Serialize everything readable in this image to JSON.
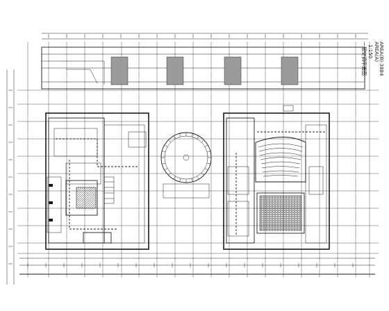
{
  "drawing": {
    "title_block": {
      "title": "一层空调平面图",
      "scale": "1:150",
      "area_label": "AREA(A)",
      "area_value": "AREA(B):3884"
    }
  }
}
